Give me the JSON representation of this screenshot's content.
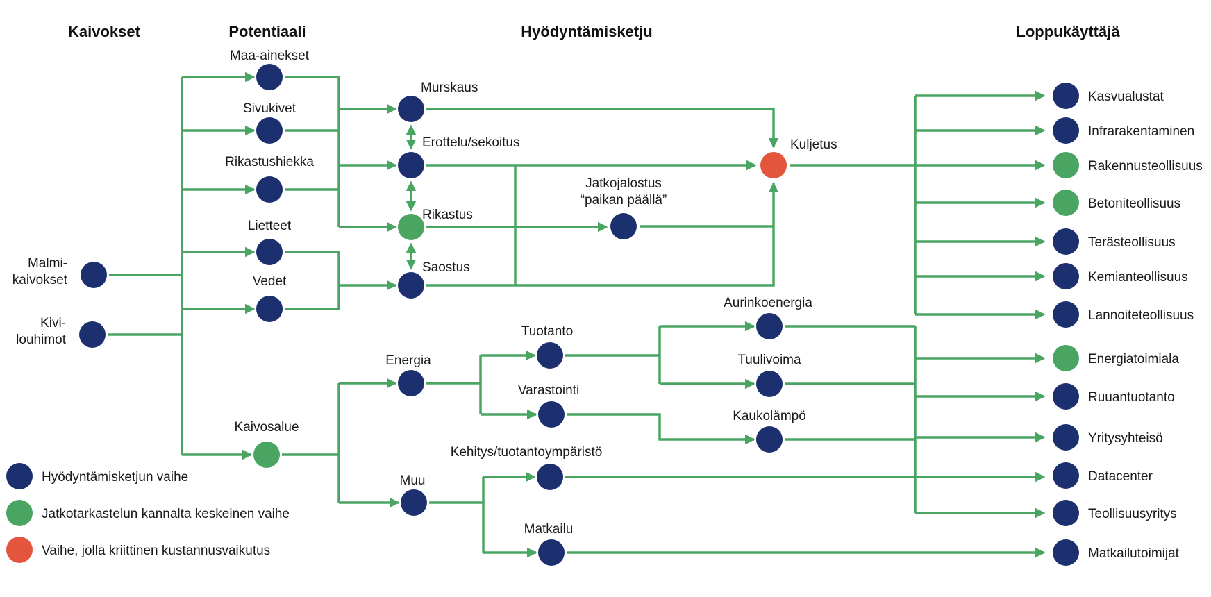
{
  "colors": {
    "line": "#4aa563",
    "blue": "#1c2f6e",
    "green": "#4aa563",
    "red": "#e4553d"
  },
  "headers": {
    "kaivokset": "Kaivokset",
    "potentiaali": "Potentiaali",
    "hyodyntamisketju": "Hyödyntämisketju",
    "loppukayttaja": "Loppukäyttäjä"
  },
  "nodes": [
    {
      "id": "malmi",
      "color": "blue",
      "label": [
        "Malmi-",
        "kaivokset"
      ]
    },
    {
      "id": "kivi",
      "color": "blue",
      "label": [
        "Kivi-",
        "louhimot"
      ]
    },
    {
      "id": "maa",
      "color": "blue",
      "label": [
        "Maa-ainekset"
      ]
    },
    {
      "id": "sivu",
      "color": "blue",
      "label": [
        "Sivukivet"
      ]
    },
    {
      "id": "rika_h",
      "color": "blue",
      "label": [
        "Rikastushiekka"
      ]
    },
    {
      "id": "liet",
      "color": "blue",
      "label": [
        "Lietteet"
      ]
    },
    {
      "id": "vedet",
      "color": "blue",
      "label": [
        "Vedet"
      ]
    },
    {
      "id": "kaivosalue",
      "color": "green",
      "label": [
        "Kaivosalue"
      ]
    },
    {
      "id": "murskaus",
      "color": "blue",
      "label": [
        "Murskaus"
      ]
    },
    {
      "id": "erottelu",
      "color": "blue",
      "label": [
        "Erottelu/sekoitus"
      ]
    },
    {
      "id": "rikastus",
      "color": "green",
      "label": [
        "Rikastus"
      ]
    },
    {
      "id": "saostus",
      "color": "blue",
      "label": [
        "Saostus"
      ]
    },
    {
      "id": "jatko",
      "color": "blue",
      "label": [
        "Jatkojalostus",
        "“paikan päällä”"
      ]
    },
    {
      "id": "kuljetus",
      "color": "red",
      "label": [
        "Kuljetus"
      ]
    },
    {
      "id": "energia",
      "color": "blue",
      "label": [
        "Energia"
      ]
    },
    {
      "id": "muu",
      "color": "blue",
      "label": [
        "Muu"
      ]
    },
    {
      "id": "tuotanto",
      "color": "blue",
      "label": [
        "Tuotanto"
      ]
    },
    {
      "id": "varastointi",
      "color": "blue",
      "label": [
        "Varastointi"
      ]
    },
    {
      "id": "kehitys",
      "color": "blue",
      "label": [
        "Kehitys/tuotantoympäristö"
      ]
    },
    {
      "id": "matkailu",
      "color": "blue",
      "label": [
        "Matkailu"
      ]
    },
    {
      "id": "aurinko",
      "color": "blue",
      "label": [
        "Aurinkoenergia"
      ]
    },
    {
      "id": "tuuli",
      "color": "blue",
      "label": [
        "Tuulivoima"
      ]
    },
    {
      "id": "kauko",
      "color": "blue",
      "label": [
        "Kaukolämpö"
      ]
    },
    {
      "id": "e_kasvu",
      "color": "blue",
      "label": [
        "Kasvualustat"
      ]
    },
    {
      "id": "e_infra",
      "color": "blue",
      "label": [
        "Infrarakentaminen"
      ]
    },
    {
      "id": "e_rak",
      "color": "green",
      "label": [
        "Rakennusteollisuus"
      ]
    },
    {
      "id": "e_bet",
      "color": "green",
      "label": [
        "Betoniteollisuus"
      ]
    },
    {
      "id": "e_ter",
      "color": "blue",
      "label": [
        "Terästeollisuus"
      ]
    },
    {
      "id": "e_kem",
      "color": "blue",
      "label": [
        "Kemianteollisuus"
      ]
    },
    {
      "id": "e_lan",
      "color": "blue",
      "label": [
        "Lannoiteteollisuus"
      ]
    },
    {
      "id": "e_ene",
      "color": "green",
      "label": [
        "Energiatoimiala"
      ]
    },
    {
      "id": "e_ruo",
      "color": "blue",
      "label": [
        "Ruuantuotanto"
      ]
    },
    {
      "id": "e_yri",
      "color": "blue",
      "label": [
        "Yritysyhteisö"
      ]
    },
    {
      "id": "e_dat",
      "color": "blue",
      "label": [
        "Datacenter"
      ]
    },
    {
      "id": "e_teo",
      "color": "blue",
      "label": [
        "Teollisuusyritys"
      ]
    },
    {
      "id": "e_mat",
      "color": "blue",
      "label": [
        "Matkailutoimijat"
      ]
    }
  ],
  "legend": [
    {
      "color": "blue",
      "label": "Hyödyntämisketjun vaihe"
    },
    {
      "color": "green",
      "label": "Jatkotarkastelun kannalta keskeinen vaihe"
    },
    {
      "color": "red",
      "label": "Vaihe, jolla kriittinen kustannusvaikutus"
    }
  ]
}
